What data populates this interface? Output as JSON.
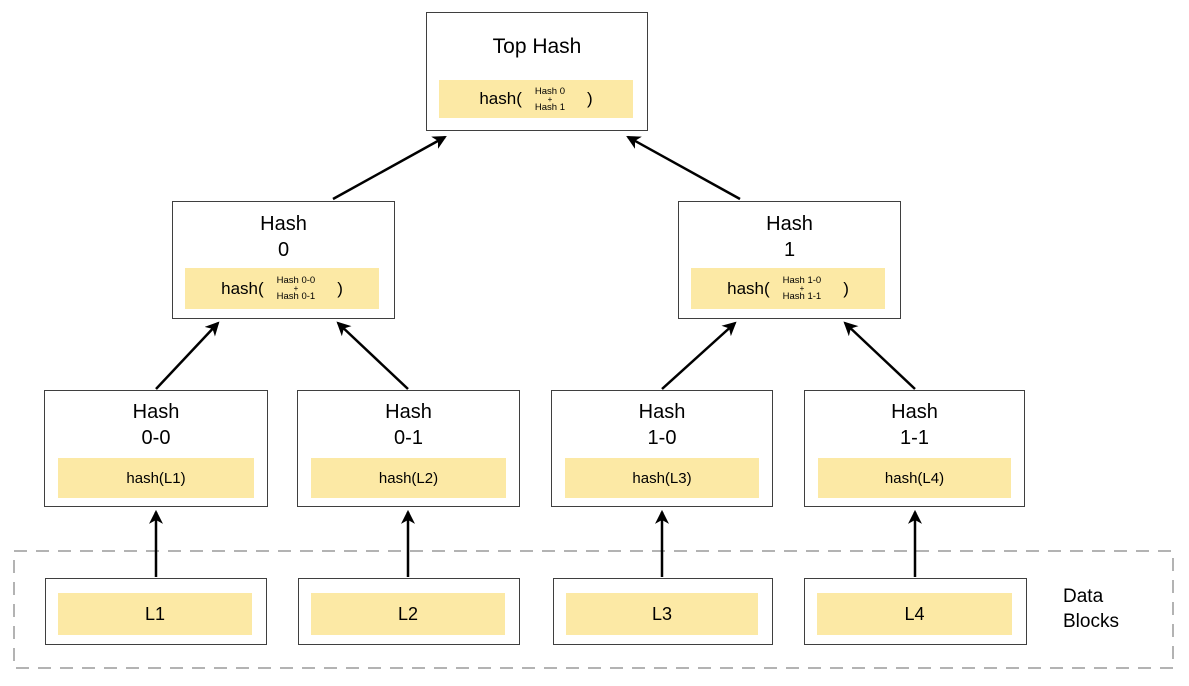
{
  "colors": {
    "highlight": "#FCE9A5",
    "node_border": "#3f3f3f",
    "arrow": "#000000",
    "dashed_border": "#b3b3b3",
    "background": "#ffffff",
    "text": "#000000"
  },
  "root": {
    "title": "Top Hash",
    "fn_open": "hash(",
    "arg_top": "Hash 0",
    "plus": "+",
    "arg_bottom": "Hash 1",
    "fn_close": ")"
  },
  "level1": [
    {
      "title1": "Hash",
      "title2": "0",
      "fn_open": "hash(",
      "arg_top": "Hash 0-0",
      "plus": "+",
      "arg_bottom": "Hash 0-1",
      "fn_close": ")"
    },
    {
      "title1": "Hash",
      "title2": "1",
      "fn_open": "hash(",
      "arg_top": "Hash 1-0",
      "plus": "+",
      "arg_bottom": "Hash 1-1",
      "fn_close": ")"
    }
  ],
  "level2": [
    {
      "title1": "Hash",
      "title2": "0-0",
      "formula": "hash(L1)"
    },
    {
      "title1": "Hash",
      "title2": "0-1",
      "formula": "hash(L2)"
    },
    {
      "title1": "Hash",
      "title2": "1-0",
      "formula": "hash(L3)"
    },
    {
      "title1": "Hash",
      "title2": "1-1",
      "formula": "hash(L4)"
    }
  ],
  "data_blocks": {
    "label_line1": "Data",
    "label_line2": "Blocks",
    "blocks": [
      {
        "label": "L1"
      },
      {
        "label": "L2"
      },
      {
        "label": "L3"
      },
      {
        "label": "L4"
      }
    ]
  }
}
